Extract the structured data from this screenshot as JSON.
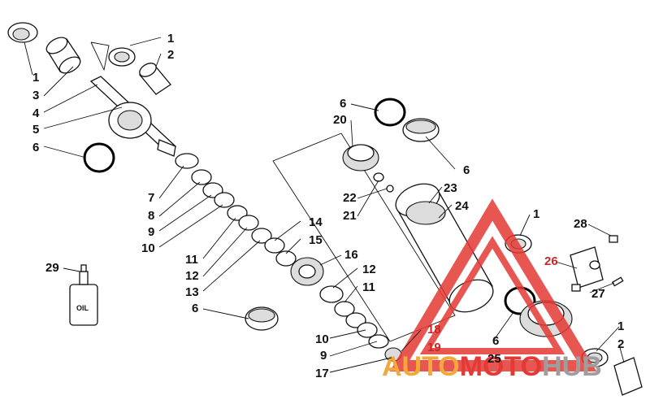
{
  "diagram": {
    "callouts": [
      {
        "id": "c-1-a",
        "text": "1"
      },
      {
        "id": "c-2-a",
        "text": "2"
      },
      {
        "id": "c-1-b",
        "text": "1"
      },
      {
        "id": "c-3",
        "text": "3"
      },
      {
        "id": "c-4",
        "text": "4"
      },
      {
        "id": "c-5",
        "text": "5"
      },
      {
        "id": "c-6-a",
        "text": "6"
      },
      {
        "id": "c-7",
        "text": "7"
      },
      {
        "id": "c-8",
        "text": "8"
      },
      {
        "id": "c-9-a",
        "text": "9"
      },
      {
        "id": "c-10-a",
        "text": "10"
      },
      {
        "id": "c-11-a",
        "text": "11"
      },
      {
        "id": "c-12-a",
        "text": "12"
      },
      {
        "id": "c-13",
        "text": "13"
      },
      {
        "id": "c-14",
        "text": "14"
      },
      {
        "id": "c-15",
        "text": "15"
      },
      {
        "id": "c-16",
        "text": "16"
      },
      {
        "id": "c-12-b",
        "text": "12"
      },
      {
        "id": "c-11-b",
        "text": "11"
      },
      {
        "id": "c-6-b",
        "text": "6"
      },
      {
        "id": "c-10-b",
        "text": "10"
      },
      {
        "id": "c-9-b",
        "text": "9"
      },
      {
        "id": "c-17",
        "text": "17"
      },
      {
        "id": "c-29",
        "text": "29"
      },
      {
        "id": "c-6-c",
        "text": "6"
      },
      {
        "id": "c-20",
        "text": "20"
      },
      {
        "id": "c-6-d",
        "text": "6"
      },
      {
        "id": "c-22",
        "text": "22"
      },
      {
        "id": "c-21",
        "text": "21"
      },
      {
        "id": "c-23",
        "text": "23"
      },
      {
        "id": "c-24",
        "text": "24"
      },
      {
        "id": "c-1-c",
        "text": "1"
      },
      {
        "id": "c-28",
        "text": "28"
      },
      {
        "id": "c-26",
        "text": "26"
      },
      {
        "id": "c-27",
        "text": "27"
      },
      {
        "id": "c-18",
        "text": "18"
      },
      {
        "id": "c-19",
        "text": "19"
      },
      {
        "id": "c-6-e",
        "text": "6"
      },
      {
        "id": "c-25",
        "text": "25"
      },
      {
        "id": "c-1-d",
        "text": "1"
      },
      {
        "id": "c-2-b",
        "text": "2"
      }
    ],
    "oil_bottle_label": "OIL"
  },
  "watermark": {
    "text_part1": "AUTO",
    "text_part2": "MOTO",
    "text_part3": "HUB",
    "color_orange": "#f2a93b",
    "color_red": "#e53935",
    "color_gray": "#9e9e9e"
  }
}
